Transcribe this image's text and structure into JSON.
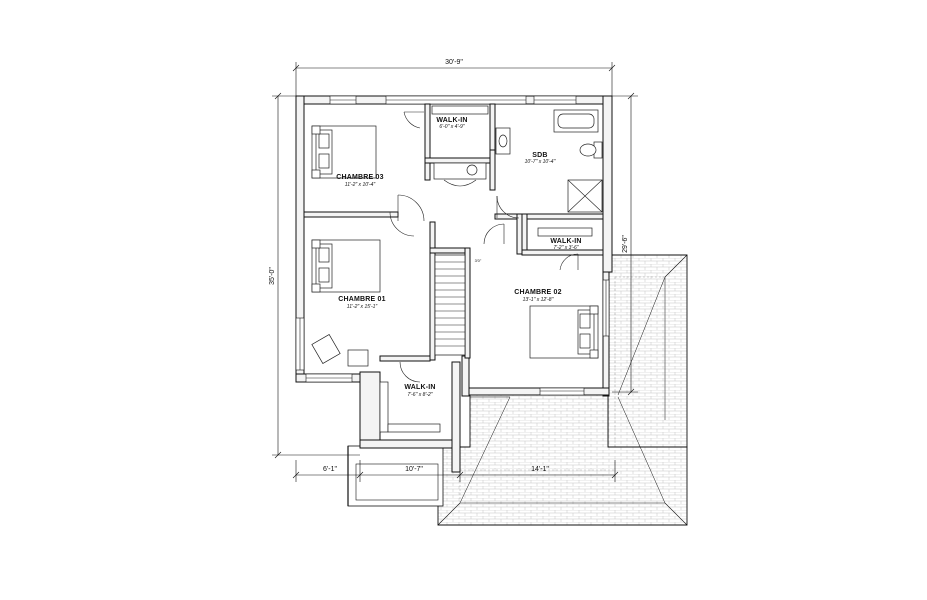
{
  "plan": {
    "overall_width": "30'-9\"",
    "overall_depth": "35'-0\"",
    "right_depth": "29'-6\"",
    "bottom_dims": [
      "6'-1\"",
      "10'-7\"",
      "14'-1\""
    ],
    "stair_dim": "3'0\""
  },
  "rooms": {
    "walkin_top": {
      "name": "WALK-IN",
      "size": "6'-0\" x 4'-9\""
    },
    "chambre_03": {
      "name": "CHAMBRE 03",
      "size": "11'-2\" x 10'-4\""
    },
    "sdb": {
      "name": "SDB",
      "size": "10'-7\" x 10'-4\""
    },
    "walkin_right": {
      "name": "WALK-IN",
      "size": "7'-2\" x 3'-6\""
    },
    "chambre_01": {
      "name": "CHAMBRE 01",
      "size": "11'-2\" x 15'-1\""
    },
    "chambre_02": {
      "name": "CHAMBRE 02",
      "size": "13'-1\" x 12'-8\""
    },
    "walkin_bottom": {
      "name": "WALK-IN",
      "size": "7'-6\" x 8'-2\""
    }
  },
  "colors": {
    "line": "#111111",
    "hatch": "#bbbbbb",
    "background": "#ffffff"
  }
}
